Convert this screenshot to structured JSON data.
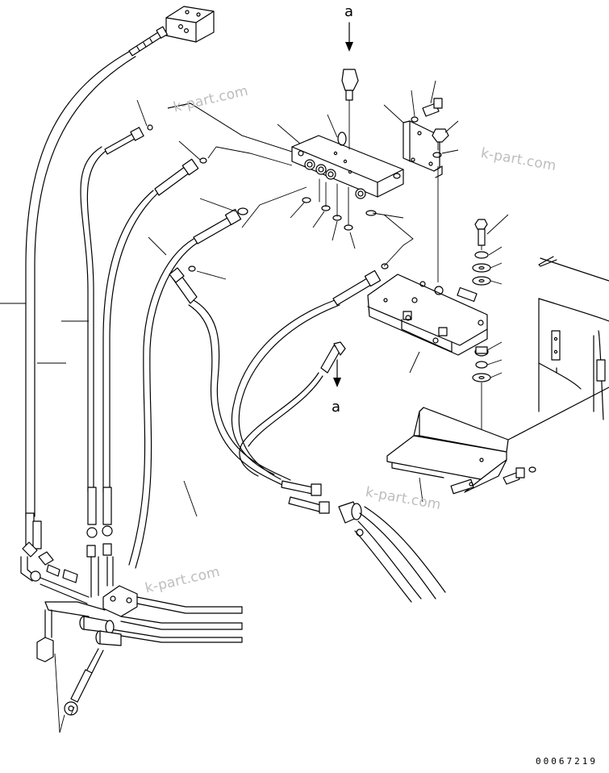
{
  "watermarks": [
    "k-part.com",
    "k-part.com",
    "k-part.com",
    "k-part.com"
  ],
  "view_markers": {
    "top": "a",
    "bottom": "a"
  },
  "drawing_number": "00067219",
  "icons": {
    "arrow": "down-arrow-icon"
  }
}
